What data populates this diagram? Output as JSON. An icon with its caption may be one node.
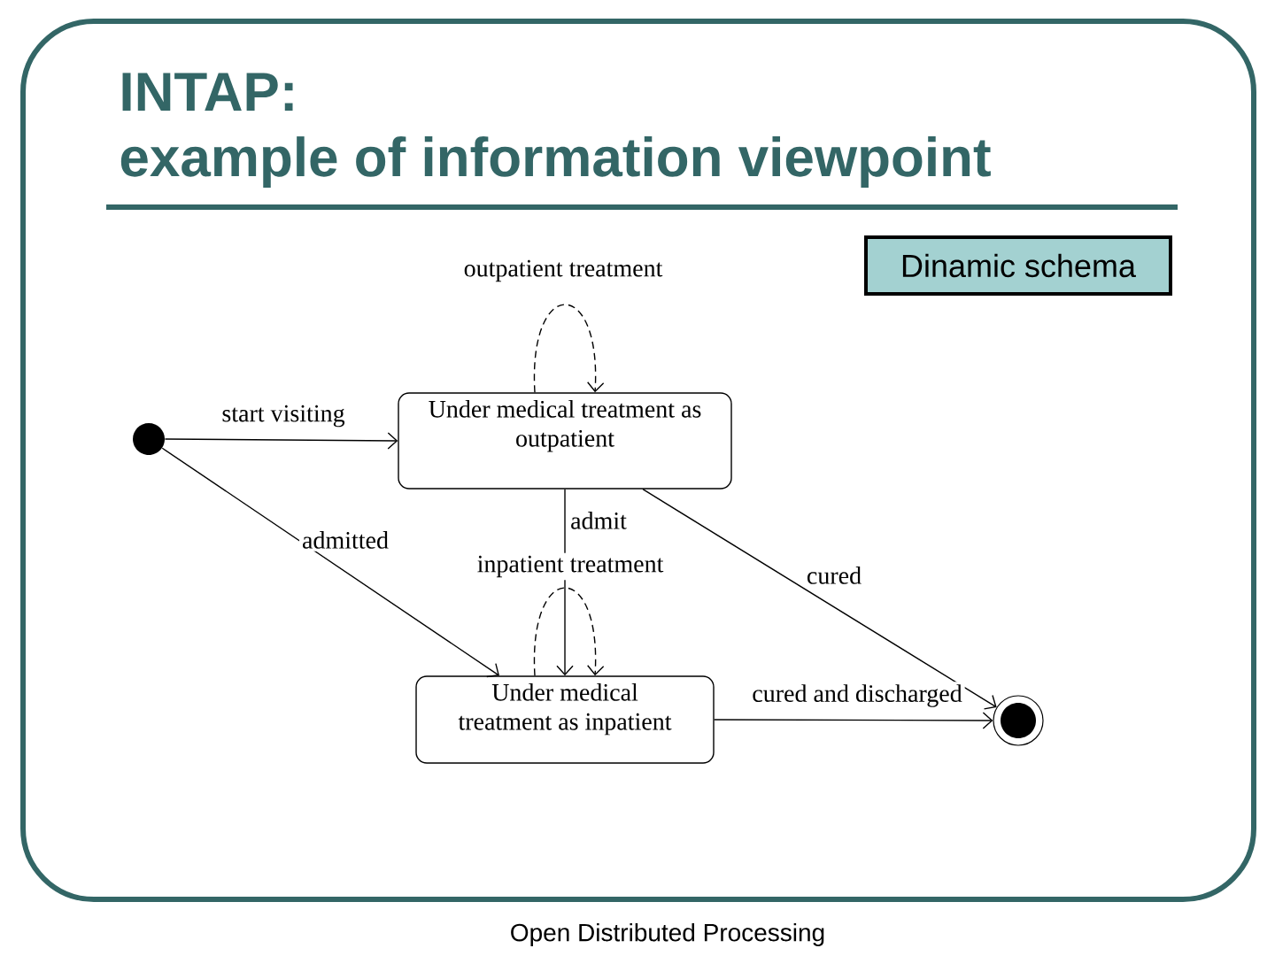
{
  "diagram": {
    "title": "INTAP: example of information viewpoint",
    "nodes": [
      {
        "text": [
          "Dinamic schema"
        ]
      },
      {
        "text": [],
        "shape": "circle"
      },
      {
        "text": [
          "Under medical treatment as outpatient"
        ]
      },
      {
        "text": [
          "Under medical treatment as inpatient"
        ]
      },
      {
        "text": [],
        "shape": "circle"
      }
    ],
    "edges": [
      {
        "from": 1,
        "to": 2,
        "arrow": "to",
        "label": "start visiting"
      },
      {
        "from": 2,
        "to": 2,
        "arrow": "to",
        "label": "outpatient treatment",
        "style": "dashed"
      },
      {
        "from": 1,
        "to": 3,
        "arrow": "to",
        "label": "admitted"
      },
      {
        "from": 2,
        "to": 3,
        "arrow": "to",
        "label": "admit"
      },
      {
        "from": 3,
        "to": 3,
        "arrow": "to",
        "label": "inpatient treatment",
        "style": "dashed"
      },
      {
        "from": 2,
        "to": 4,
        "arrow": "to",
        "label": "cured"
      },
      {
        "from": 3,
        "to": 4,
        "arrow": "to",
        "label": "cured and discharged"
      }
    ],
    "labels": [
      "Open Distributed Processing"
    ]
  }
}
